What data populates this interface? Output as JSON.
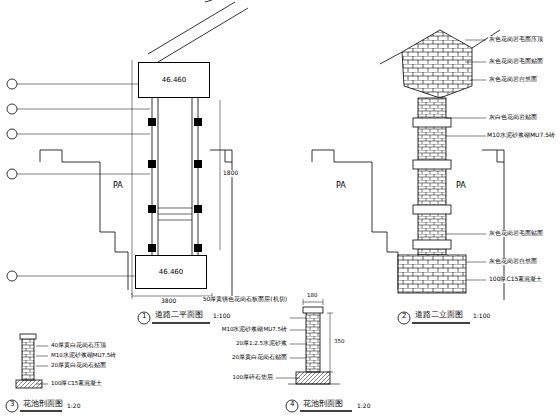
{
  "diagram": {
    "nodes": [
      {
        "text": [
          "46.460"
        ]
      },
      {
        "text": [
          "46.460"
        ]
      }
    ],
    "labels": [
      "PA",
      "PA",
      "PA",
      "3800",
      "1800",
      "1",
      "道路二平面图",
      "1:100",
      "2",
      "道路二立面图",
      "1:100",
      "灰色花岗岩毛面压顶",
      "灰色花岗岩毛面贴面",
      "灰色花岗岩自然面",
      "灰白色花岗岩贴面",
      "M10水泥砂浆砌MU7.5砖",
      "灰色花岗岩毛面贴面",
      "灰色花岗岩自然面",
      "100厚C15素混凝土",
      "3",
      "花池剖面图",
      "1:20",
      "40厚黄白花岗石压顶",
      "M10水泥砂浆砌MU7.5砖",
      "20厚黄白花岗石贴面",
      "100厚C15素混凝土",
      "4",
      "花池剖面图",
      "1:20",
      "50厚黄锈色花岗石板面层(机切)",
      "M10水泥砂浆砌MU7.5砖",
      "20厚1:2.5水泥砂浆",
      "20厚黄白花岗石贴面",
      "100厚碎石垫层",
      "180",
      "350"
    ]
  }
}
